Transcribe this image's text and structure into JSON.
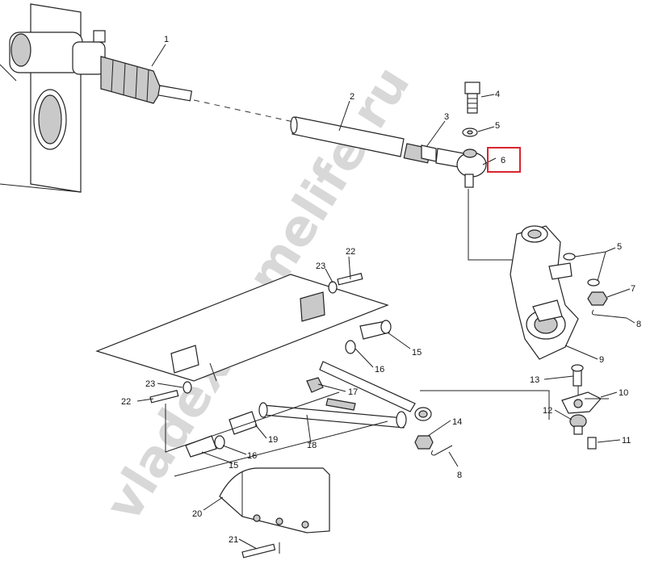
{
  "diagram": {
    "callouts": [
      "1",
      "2",
      "3",
      "4",
      "5",
      "6",
      "5",
      "7",
      "8",
      "9",
      "10",
      "11",
      "12",
      "13",
      "14",
      "8",
      "15",
      "16",
      "17",
      "18",
      "19",
      "16",
      "15",
      "20",
      "21",
      "22",
      "23",
      "22",
      "23"
    ],
    "highlighted_callout": "6",
    "highlight_color": "#d8262f",
    "watermark": "vladextremelife.ru"
  }
}
